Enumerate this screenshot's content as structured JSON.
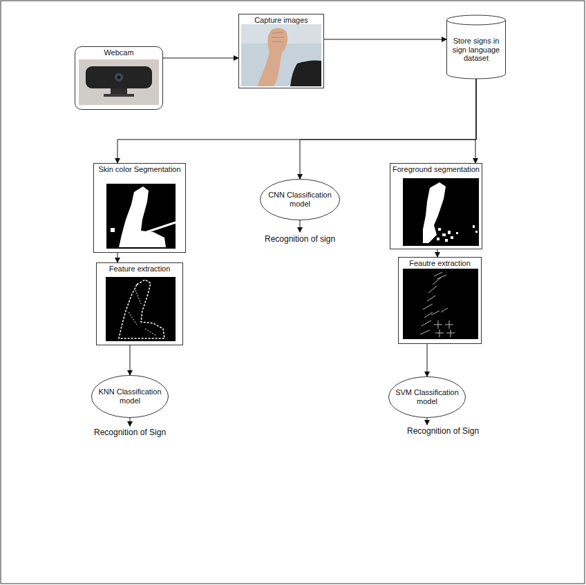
{
  "diagram": {
    "nodes": [
      {
        "text": [
          "Webcam"
        ]
      },
      {
        "text": [
          "Capture images"
        ]
      },
      {
        "text": [
          "Store signs in sign language dataset"
        ]
      },
      {
        "text": [
          "Skin color Segmentation"
        ]
      },
      {
        "text": [
          "CNN Classification model"
        ]
      },
      {
        "text": [
          "Foreground segmentation"
        ]
      },
      {
        "text": [
          "Feature extraction"
        ]
      },
      {
        "text": [
          "Feautre extraction"
        ]
      },
      {
        "text": [
          "KNN Classification model"
        ]
      },
      {
        "text": [
          "SVM Classification model"
        ]
      }
    ],
    "edges": [
      {
        "from": 0,
        "to": 1,
        "arrow": "to"
      },
      {
        "from": 1,
        "to": 2,
        "arrow": "to"
      },
      {
        "from": 2,
        "to": 3,
        "arrow": "to"
      },
      {
        "from": 2,
        "to": 4,
        "arrow": "to"
      },
      {
        "from": 2,
        "to": 5,
        "arrow": "to"
      },
      {
        "from": 3,
        "to": 6,
        "arrow": "to"
      },
      {
        "from": 5,
        "to": 7,
        "arrow": "to"
      },
      {
        "from": 6,
        "to": 8,
        "arrow": "to"
      },
      {
        "from": 7,
        "to": 9,
        "arrow": "to"
      }
    ],
    "labels": [
      "Recognition of sign",
      "Recognition of Sign",
      "Recognition of Sign"
    ]
  }
}
